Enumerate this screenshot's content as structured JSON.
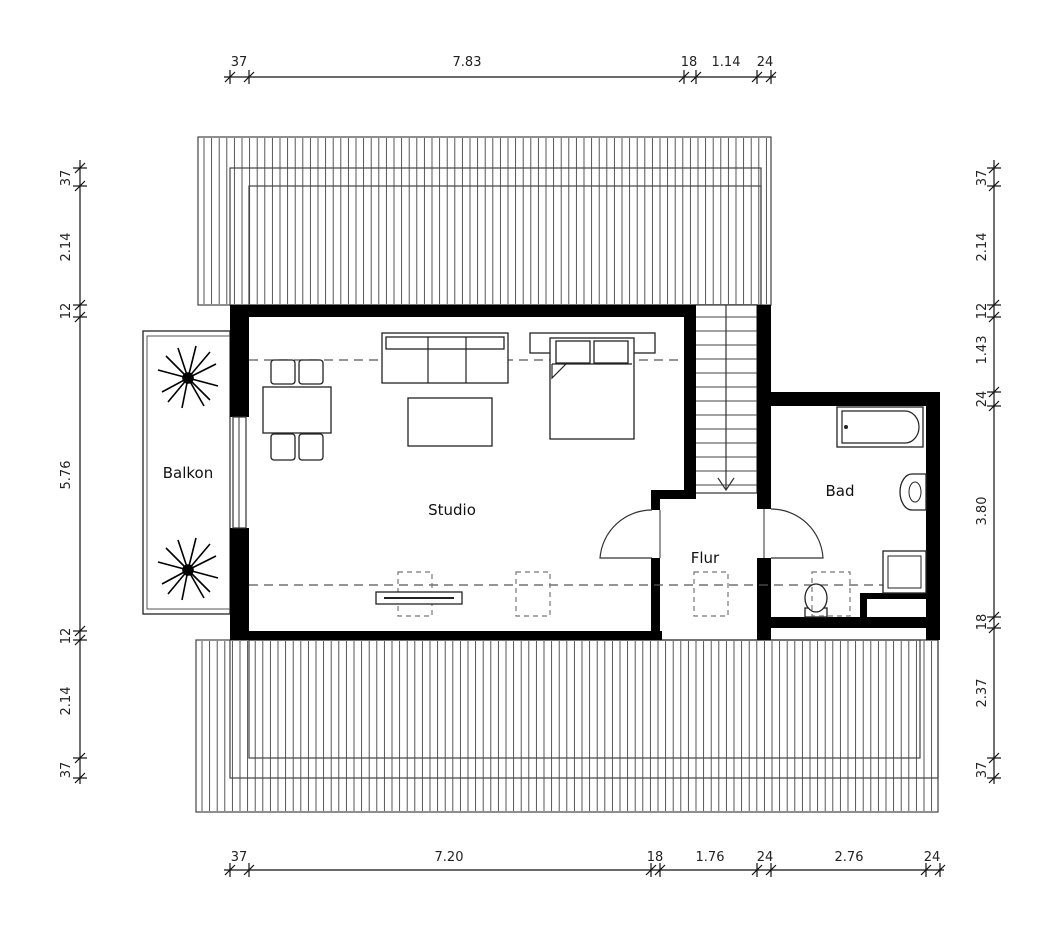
{
  "rooms": {
    "studio": "Studio",
    "balkon": "Balkon",
    "bad": "Bad",
    "flur": "Flur"
  },
  "dimensions": {
    "top": [
      "37",
      "7.83",
      "18",
      "1.14",
      "24"
    ],
    "bottom": [
      "37",
      "7.20",
      "18",
      "1.76",
      "24",
      "2.76",
      "24"
    ],
    "left": [
      "37",
      "2.14",
      "12",
      "5.76",
      "12",
      "2.14",
      "37"
    ],
    "right": [
      "37",
      "2.14",
      "12",
      "1.43",
      "24",
      "3.80",
      "18",
      "2.37",
      "37"
    ]
  }
}
